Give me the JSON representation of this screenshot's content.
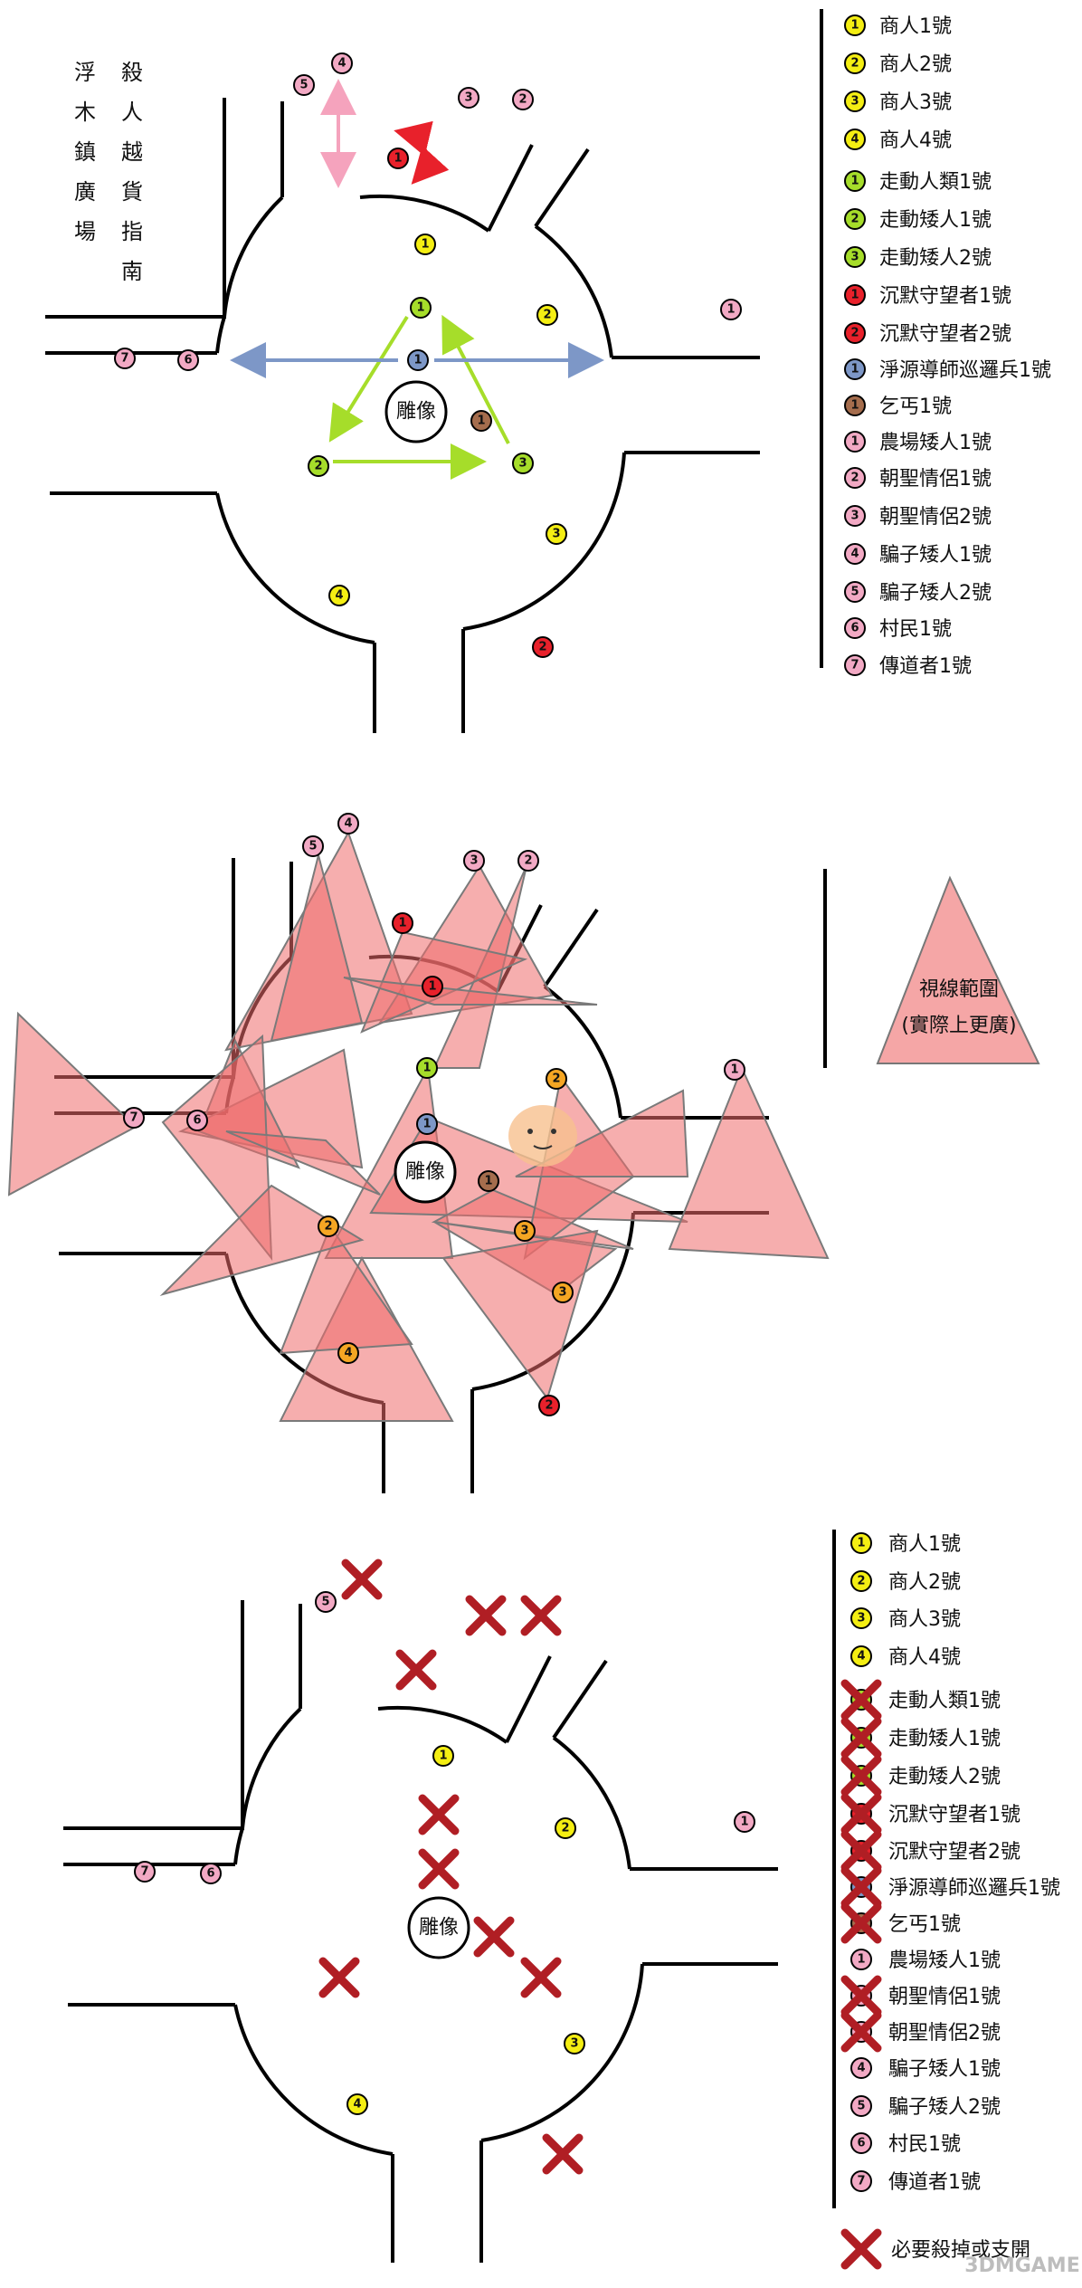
{
  "colors": {
    "merchant": "#f4ee13",
    "walker": "#a6dd2a",
    "watcher": "#e8212b",
    "patrol": "#7d97c7",
    "beggar": "#a56d4d",
    "npc_pink": "#f2a9c4",
    "vision": "#ef6b6b",
    "cross": "#b01e24",
    "merchant_orange": "#f5a623"
  },
  "map1": {
    "title_vertical": [
      "殺人越貨指南",
      "浮木鎮廣場"
    ],
    "statue_label": "雕像"
  },
  "map2": {
    "statue_label": "雕像",
    "legend_line1": "視線範圍",
    "legend_line2": "(實際上更廣)"
  },
  "map3": {
    "statue_label": "雕像",
    "footer_legend": "必要殺掉或支開"
  },
  "legend": [
    {
      "num": "1",
      "type": "merchant",
      "label": "商人1號"
    },
    {
      "num": "2",
      "type": "merchant",
      "label": "商人2號"
    },
    {
      "num": "3",
      "type": "merchant",
      "label": "商人3號"
    },
    {
      "num": "4",
      "type": "merchant",
      "label": "商人4號"
    },
    {
      "num": "1",
      "type": "walker",
      "label": "走動人類1號"
    },
    {
      "num": "2",
      "type": "walker",
      "label": "走動矮人1號"
    },
    {
      "num": "3",
      "type": "walker",
      "label": "走動矮人2號"
    },
    {
      "num": "1",
      "type": "watcher",
      "label": "沉默守望者1號"
    },
    {
      "num": "2",
      "type": "watcher",
      "label": "沉默守望者2號"
    },
    {
      "num": "1",
      "type": "patrol",
      "label": "淨源導師巡邏兵1號"
    },
    {
      "num": "1",
      "type": "beggar",
      "label": "乞丐1號"
    },
    {
      "num": "1",
      "type": "npc_pink",
      "label": "農場矮人1號"
    },
    {
      "num": "2",
      "type": "npc_pink",
      "label": "朝聖情侶1號"
    },
    {
      "num": "3",
      "type": "npc_pink",
      "label": "朝聖情侶2號"
    },
    {
      "num": "4",
      "type": "npc_pink",
      "label": "騙子矮人1號"
    },
    {
      "num": "5",
      "type": "npc_pink",
      "label": "騙子矮人2號"
    },
    {
      "num": "6",
      "type": "npc_pink",
      "label": "村民1號"
    },
    {
      "num": "7",
      "type": "npc_pink",
      "label": "傳道者1號"
    }
  ],
  "legend3_crossed": [
    false,
    false,
    false,
    false,
    true,
    true,
    true,
    true,
    true,
    true,
    true,
    false,
    true,
    true,
    false,
    false,
    false,
    false
  ],
  "watermark": "3DMGAME"
}
